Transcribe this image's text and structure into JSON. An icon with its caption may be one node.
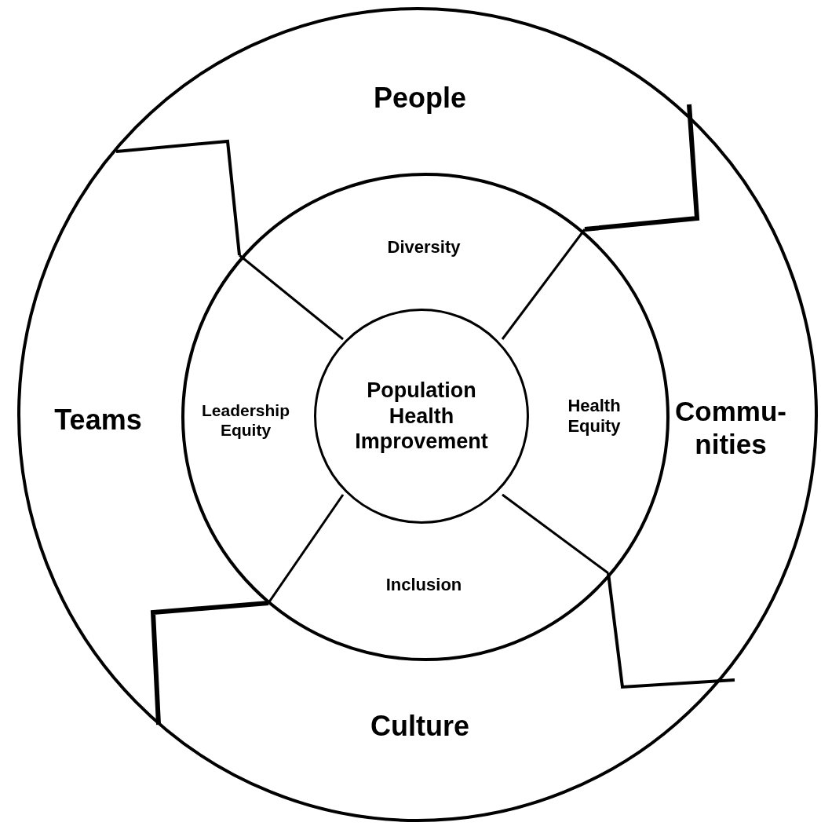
{
  "diagram": {
    "nodes": [
      {
        "text": [
          "People"
        ]
      },
      {
        "text": [
          "Commu-nities"
        ]
      },
      {
        "text": [
          "Culture"
        ]
      },
      {
        "text": [
          "Teams"
        ]
      },
      {
        "text": [
          "Diversity"
        ]
      },
      {
        "text": [
          "Health Equity"
        ]
      },
      {
        "text": [
          "Inclusion"
        ]
      },
      {
        "text": [
          "Leadership Equity"
        ]
      },
      {
        "text": [
          "Population Health Improvement"
        ]
      }
    ]
  }
}
